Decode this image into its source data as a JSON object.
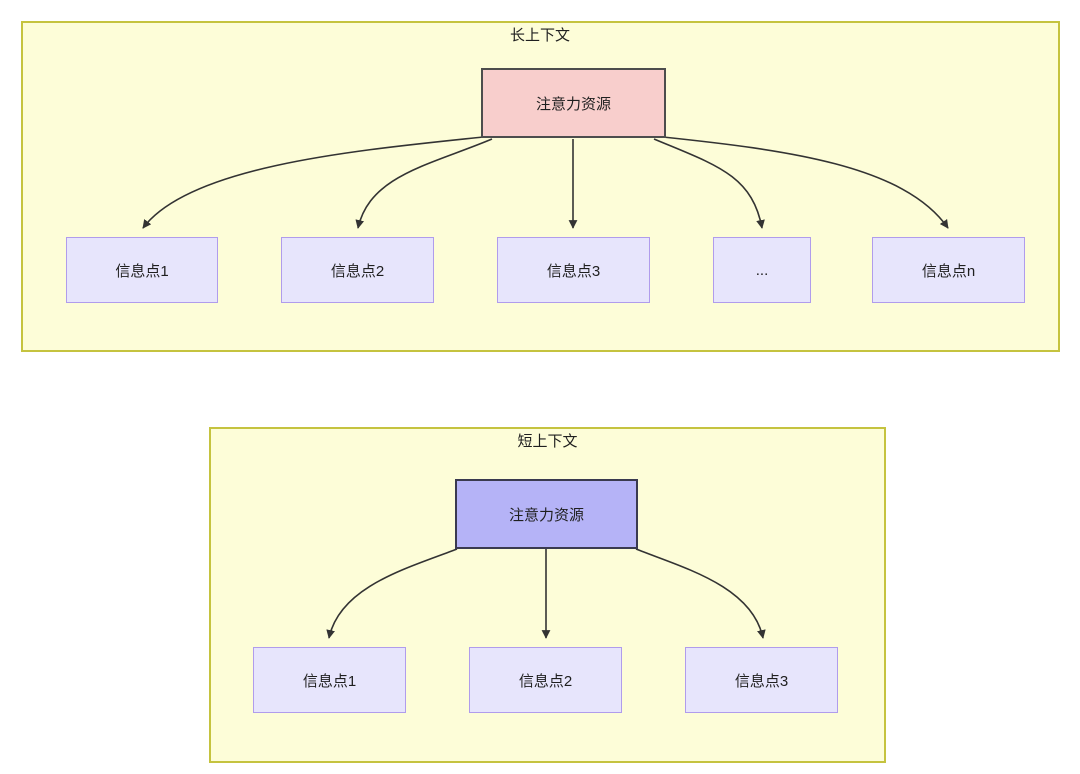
{
  "diagram": {
    "type": "flowchart",
    "background_color": "#ffffff",
    "groups": [
      {
        "id": "long-context",
        "title": "长上下文",
        "fill_color": "#fdfdd8",
        "border_color": "#c5c33f",
        "root": {
          "label": "注意力资源",
          "fill_color": "#f8cecc",
          "border_color": "#4d4d4d"
        },
        "children": [
          {
            "label": "信息点1"
          },
          {
            "label": "信息点2"
          },
          {
            "label": "信息点3"
          },
          {
            "label": "..."
          },
          {
            "label": "信息点n"
          }
        ],
        "child_fill_color": "#e7e5fc",
        "child_border_color": "#b09cec",
        "edge_color": "#333333",
        "edge_count": 5
      },
      {
        "id": "short-context",
        "title": "短上下文",
        "fill_color": "#fdfdd8",
        "border_color": "#c5c33f",
        "root": {
          "label": "注意力资源",
          "fill_color": "#b5b3f7",
          "border_color": "#3a3a50"
        },
        "children": [
          {
            "label": "信息点1"
          },
          {
            "label": "信息点2"
          },
          {
            "label": "信息点3"
          }
        ],
        "child_fill_color": "#e7e5fc",
        "child_border_color": "#b09cec",
        "edge_color": "#333333",
        "edge_count": 3
      }
    ]
  }
}
